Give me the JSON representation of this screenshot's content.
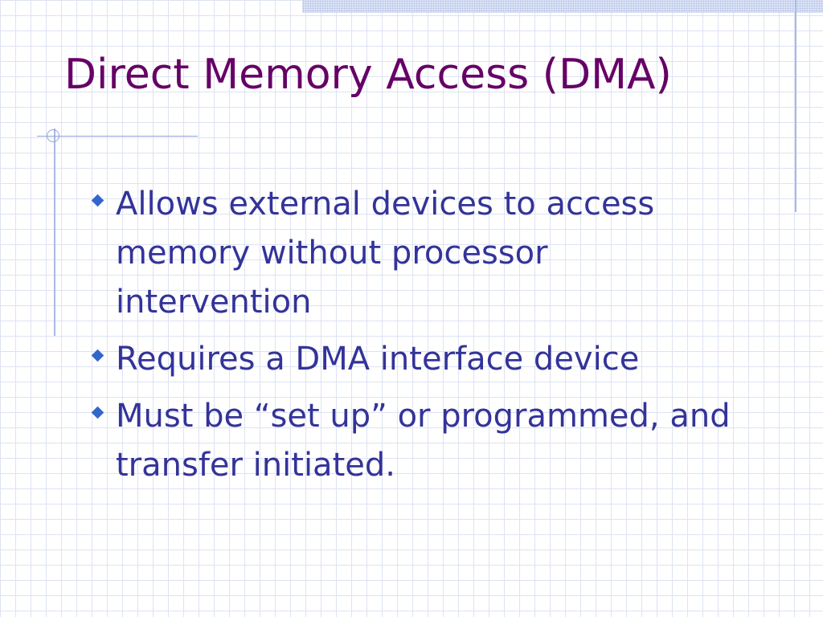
{
  "slide": {
    "title": "Direct Memory Access (DMA)",
    "bullets": [
      {
        "text": "Allows external devices to access memory without processor intervention",
        "icon": "diamond-bullet-icon"
      },
      {
        "text": "Requires a DMA interface device",
        "icon": "diamond-bullet-icon"
      },
      {
        "text": "Must be “set up” or programmed, and transfer initiated.",
        "icon": "diamond-bullet-icon"
      }
    ]
  },
  "colors": {
    "title": "#660066",
    "body_text": "#333399",
    "bullet": "#3366cc",
    "grid": "#dde3f2",
    "accent_lines": "#a9b9e2"
  }
}
